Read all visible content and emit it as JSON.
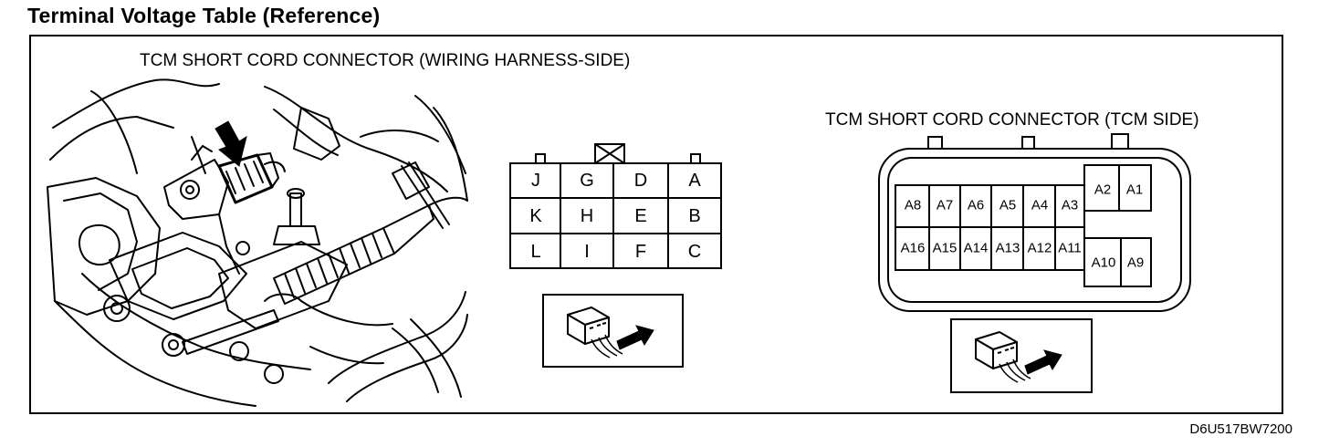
{
  "title": "Terminal Voltage Table (Reference)",
  "left_connector": {
    "label": "TCM SHORT CORD CONNECTOR (WIRING HARNESS-SIDE)",
    "rows": [
      [
        "J",
        "G",
        "D",
        "A"
      ],
      [
        "K",
        "H",
        "E",
        "B"
      ],
      [
        "L",
        "I",
        "F",
        "C"
      ]
    ]
  },
  "right_connector": {
    "label": "TCM SHORT CORD CONNECTOR (TCM SIDE)",
    "top_row": [
      "A8",
      "A7",
      "A6",
      "A5",
      "A4",
      "A3"
    ],
    "bottom_row": [
      "A16",
      "A15",
      "A14",
      "A13",
      "A12",
      "A11"
    ],
    "right_top": [
      "A2",
      "A1"
    ],
    "right_bottom": [
      "A10",
      "A9"
    ]
  },
  "doc_id": "D6U517BW7200"
}
